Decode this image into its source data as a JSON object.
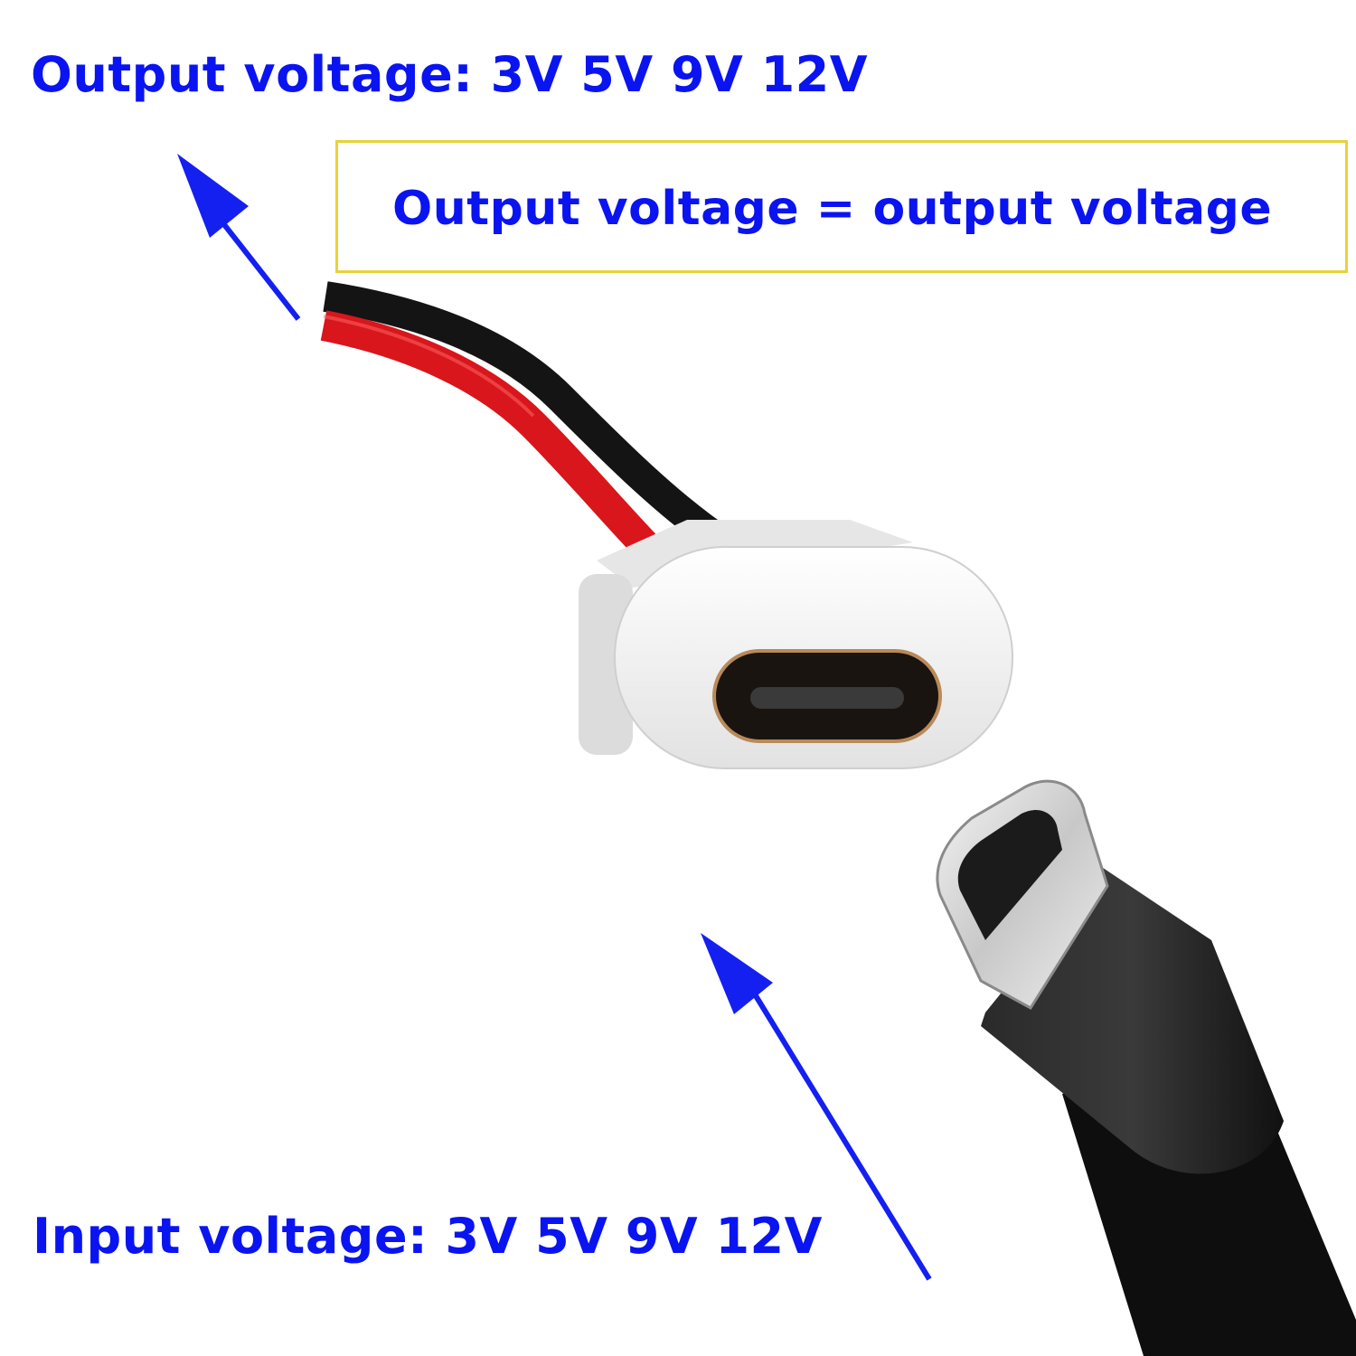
{
  "texts": {
    "output_voltage": "Output voltage: 3V 5V 9V 12V",
    "note": "Output voltage = output voltage",
    "input_voltage": "Input voltage: 3V 5V 9V 12V"
  },
  "colors": {
    "text": "#0a14f0",
    "arrow": "#1420f0",
    "note_border": "#e8d23a",
    "wire_red": "#d8161b",
    "wire_black": "#141414",
    "socket_body": "#f2f2f2",
    "plug_body": "#1c1c1c",
    "metal": "#d9d9d9"
  },
  "icons": [
    "arrow-up-left-icon",
    "arrow-up-left-icon"
  ]
}
